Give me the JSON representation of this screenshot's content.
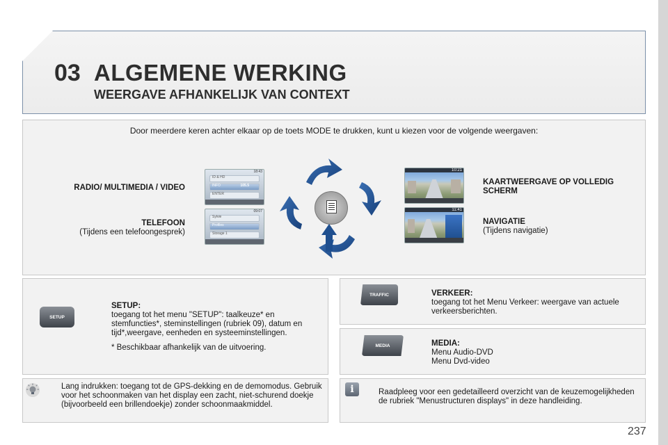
{
  "header": {
    "chapter": "03",
    "title": "ALGEMENE WERKING",
    "subtitle": "WEERGAVE AFHANKELIJK VAN CONTEXT"
  },
  "intro": "Door meerdere keren achter elkaar op de toets MODE te drukken, kunt u kiezen voor de volgende weergaven:",
  "views": {
    "radio": "RADIO/ MULTIMEDIA / VIDEO",
    "phone_title": "TELEFOON",
    "phone_sub": "(Tijdens een telefoongesprek)",
    "map_fullscreen": "KAARTWEERGAVE OP VOLLEDIG SCHERM",
    "navigation_title": "NAVIGATIE",
    "navigation_sub": "(Tijdens navigatie)"
  },
  "screens": {
    "radio_rows": [
      "ID & HD",
      "INFO",
      "ENTER"
    ],
    "radio_freq": "105.5",
    "radio_clock": "18:43",
    "phone_rows": [
      "Sylvie",
      "Profiles",
      "Storage 1"
    ],
    "phone_clock": "09:07",
    "map_clock": "10:21",
    "nav_clock": "11:41"
  },
  "icons": {
    "center": "document-icon",
    "tip": "lightbulb-icon",
    "info": "info-icon"
  },
  "buttons": {
    "setup": "SETUP",
    "traffic": "TRAFFIC",
    "media": "MEDIA"
  },
  "setup_panel": {
    "heading": "SETUP:",
    "text": "toegang tot het menu \"SETUP\": taalkeuze* en stemfuncties*, steminstellingen (rubriek 09), datum en tijd*,weergave, eenheden en systeeminstellingen.",
    "note": "* Beschikbaar afhankelijk van de uitvoering."
  },
  "traffic_panel": {
    "heading": "VERKEER:",
    "text": "toegang tot het Menu Verkeer: weergave van actuele verkeersberichten."
  },
  "media_panel": {
    "heading": "MEDIA:",
    "line1": "Menu Audio-DVD",
    "line2": "Menu Dvd-video"
  },
  "tip_panel": {
    "text": "Lang indrukken: toegang tot de GPS-dekking en de demomodus. Gebruik voor het schoonmaken van het display een zacht, niet-schurend doekje (bijvoorbeeld een brillendoekje) zonder schoonmaakmiddel."
  },
  "info_panel": {
    "text": "Raadpleeg voor een gedetailleerd overzicht van de keuzemogelijkheden de rubriek \"Menustructuren displays\" in deze handleiding."
  },
  "page_number": "237",
  "colors": {
    "arrow": "#1f4f8f",
    "header_border": "#7b8fa8",
    "panel_bg": "#f2f2f2"
  }
}
